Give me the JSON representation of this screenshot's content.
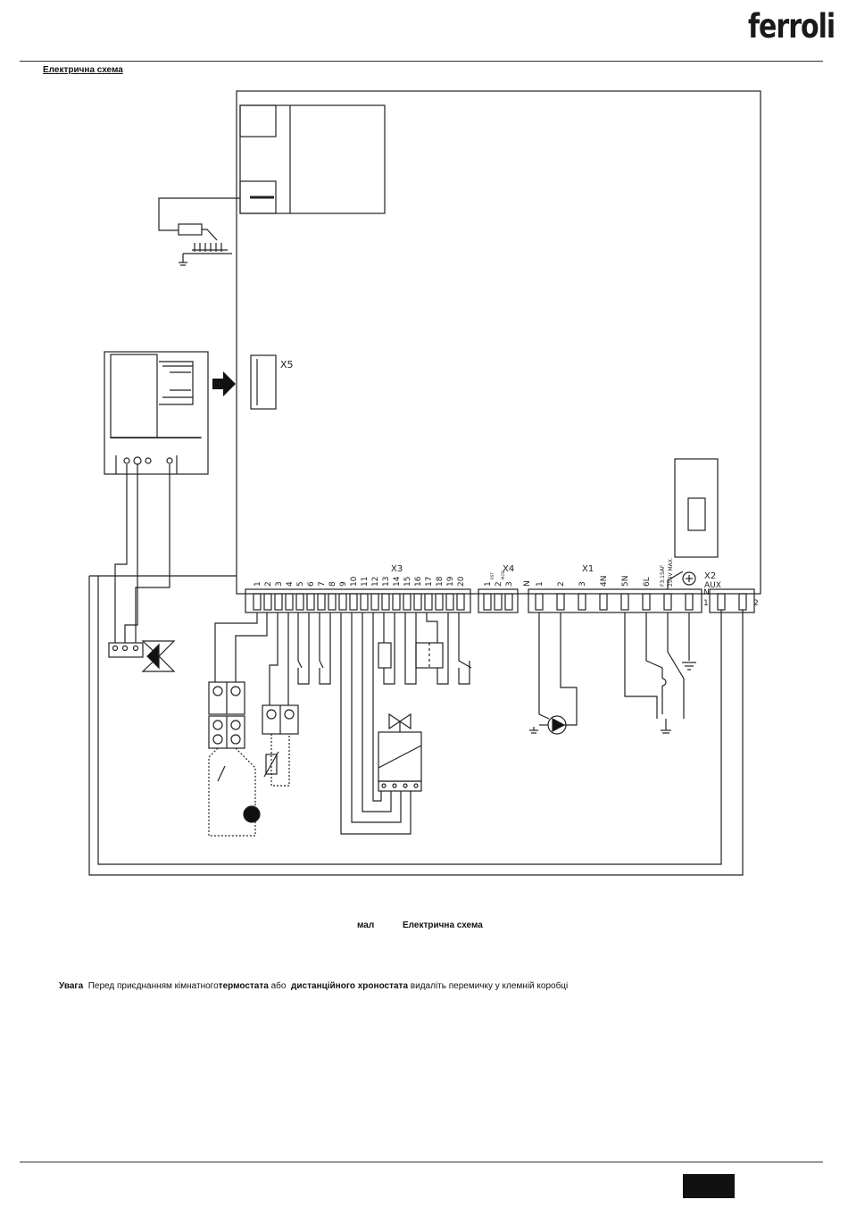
{
  "brand": {
    "logo_text": "ferroli"
  },
  "header": {
    "section_title": "Електрична схема"
  },
  "diagram": {
    "connectors": {
      "x5": "X5",
      "x3": "X3",
      "x4": "X4",
      "x1": "X1",
      "x2": "X2",
      "aux": "AUX"
    },
    "x3_pins": [
      "1",
      "2",
      "3",
      "4",
      "5",
      "6",
      "7",
      "8",
      "9",
      "10",
      "11",
      "12",
      "13",
      "14",
      "15",
      "16",
      "17",
      "18",
      "19",
      "20"
    ],
    "x4_pins": [
      "1",
      "2",
      "3"
    ],
    "x4_pin_notes": [
      "RST",
      "MOD"
    ],
    "x1_pins": [
      "N",
      "1",
      "2",
      "3",
      "4N",
      "5N",
      "6L"
    ],
    "fuse_label": "F3.15AF",
    "fuse_rating": "250V MAX.",
    "x2_labels": [
      "N",
      "1",
      "2"
    ]
  },
  "caption": {
    "prefix": "мал",
    "title": "Електрична схема"
  },
  "warning": {
    "label": "Увага",
    "text1": "Перед приєднанням  кімнатного",
    "bold1": "термостата",
    "text2": " або ",
    "bold2": "дистанційного  хроностата",
    "text3": " видаліть перемичку у клемній коробці"
  }
}
